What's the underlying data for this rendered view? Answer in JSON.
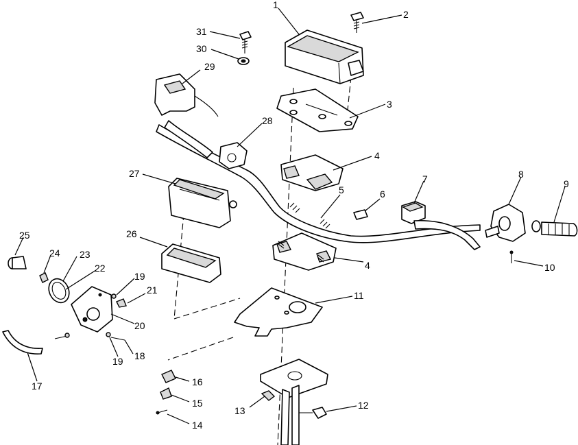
{
  "callouts": [
    {
      "id": "1",
      "label": "1"
    },
    {
      "id": "2",
      "label": "2"
    },
    {
      "id": "3",
      "label": "3"
    },
    {
      "id": "4a",
      "label": "4"
    },
    {
      "id": "4b",
      "label": "4"
    },
    {
      "id": "5",
      "label": "5"
    },
    {
      "id": "6",
      "label": "6"
    },
    {
      "id": "7",
      "label": "7"
    },
    {
      "id": "8",
      "label": "8"
    },
    {
      "id": "9",
      "label": "9"
    },
    {
      "id": "10",
      "label": "10"
    },
    {
      "id": "11",
      "label": "11"
    },
    {
      "id": "12",
      "label": "12"
    },
    {
      "id": "13",
      "label": "13"
    },
    {
      "id": "14",
      "label": "14"
    },
    {
      "id": "15",
      "label": "15"
    },
    {
      "id": "16",
      "label": "16"
    },
    {
      "id": "17",
      "label": "17"
    },
    {
      "id": "18",
      "label": "18"
    },
    {
      "id": "19a",
      "label": "19"
    },
    {
      "id": "19b",
      "label": "19"
    },
    {
      "id": "20",
      "label": "20"
    },
    {
      "id": "21",
      "label": "21"
    },
    {
      "id": "22",
      "label": "22"
    },
    {
      "id": "23",
      "label": "23"
    },
    {
      "id": "24",
      "label": "24"
    },
    {
      "id": "25",
      "label": "25"
    },
    {
      "id": "26",
      "label": "26"
    },
    {
      "id": "27",
      "label": "27"
    },
    {
      "id": "28",
      "label": "28"
    },
    {
      "id": "29",
      "label": "29"
    },
    {
      "id": "30",
      "label": "30"
    },
    {
      "id": "31",
      "label": "31"
    }
  ]
}
